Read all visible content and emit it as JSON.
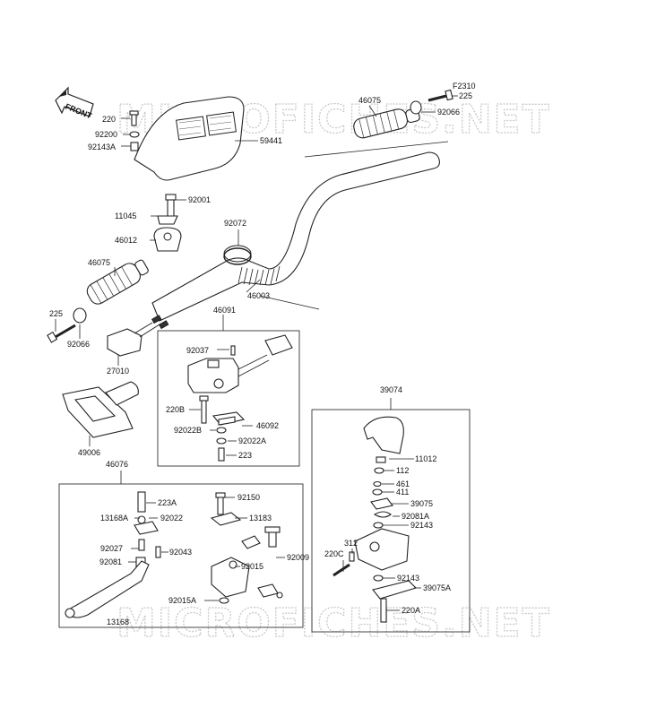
{
  "watermarks": [
    "MICROFICHES.NET",
    "MICROFICHES.NET"
  ],
  "front_label": "FRONT",
  "figure_code": "F2310",
  "group_labels": {
    "lever_assembly": "46076",
    "switch_group": "46091",
    "right_switch_group": "39074"
  },
  "labels": {
    "p220": "220",
    "p92200": "92200",
    "p92143A": "92143A",
    "p59441": "59441",
    "p46075_top": "46075",
    "p225_top": "225",
    "p92066_top": "92066",
    "p92001": "92001",
    "p11045": "11045",
    "p92072": "92072",
    "p46012": "46012",
    "p46075_left": "46075",
    "p46003": "46003",
    "p225_left": "225",
    "p92066_left": "92066",
    "p27010": "27010",
    "p49006": "49006",
    "p92037": "92037",
    "p220B": "220B",
    "p46092": "46092",
    "p92022B": "92022B",
    "p92022A": "92022A",
    "p223": "223",
    "p223A": "223A",
    "p92150": "92150",
    "p13168A": "13168A",
    "p92022": "92022",
    "p13183": "13183",
    "p92027": "92027",
    "p92043": "92043",
    "p92081": "92081",
    "p92009": "92009",
    "p92015": "92015",
    "p92015A": "92015A",
    "p13168": "13168",
    "p11012": "11012",
    "p112": "112",
    "p461": "461",
    "p411": "411",
    "p39075": "39075",
    "p92081A": "92081A",
    "p92143": "92143",
    "p312": "312",
    "p220C": "220C",
    "p92143b": "92143",
    "p39075A": "39075A",
    "p220A": "220A"
  }
}
